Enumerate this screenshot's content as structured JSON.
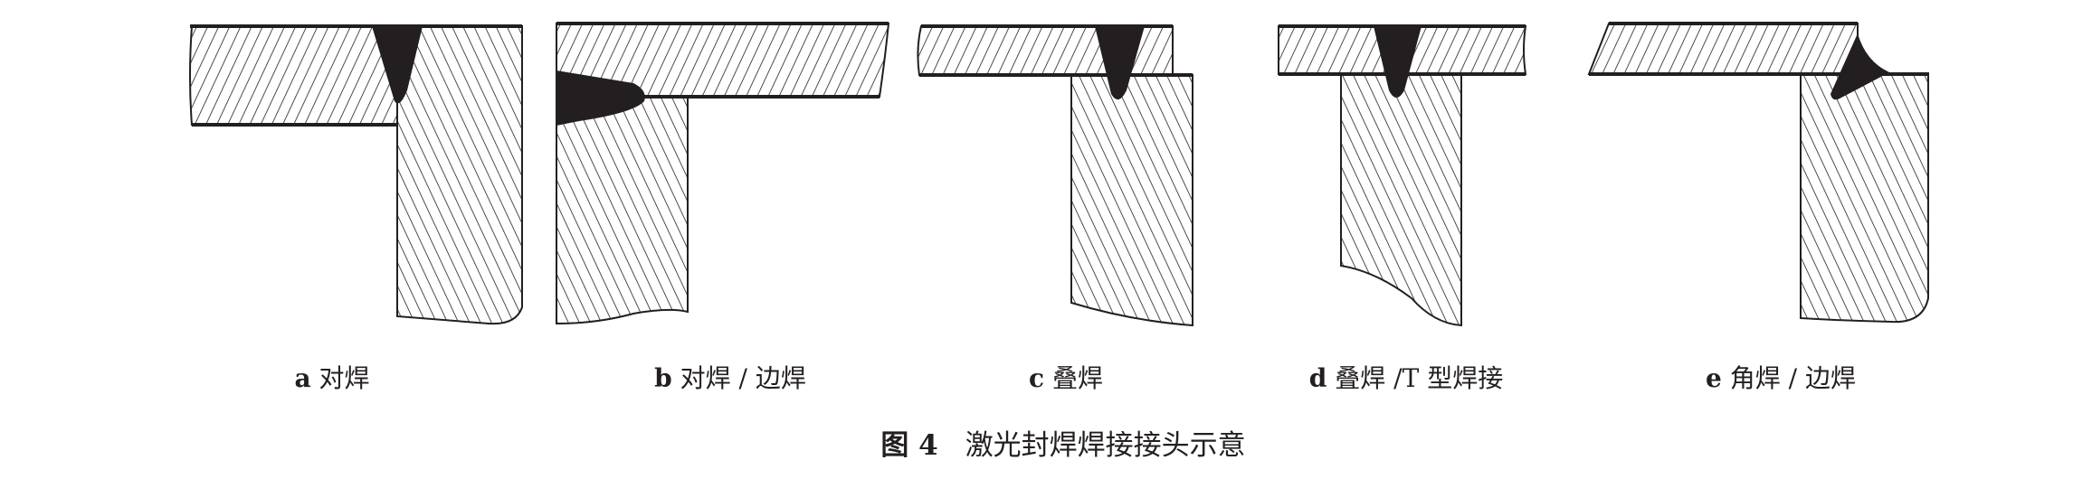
{
  "figure": {
    "caption_number": "图 4",
    "caption_text": "激光封焊焊接接头示意",
    "panels": [
      {
        "letter": "a",
        "label": "对焊"
      },
      {
        "letter": "b",
        "label": "对焊 / 边焊"
      },
      {
        "letter": "c",
        "label": "叠焊"
      },
      {
        "letter": "d",
        "label": "叠焊 /T 型焊接"
      },
      {
        "letter": "e",
        "label": "角焊 / 边焊"
      }
    ],
    "colors": {
      "ink": "#231f20",
      "background": "#ffffff"
    }
  }
}
